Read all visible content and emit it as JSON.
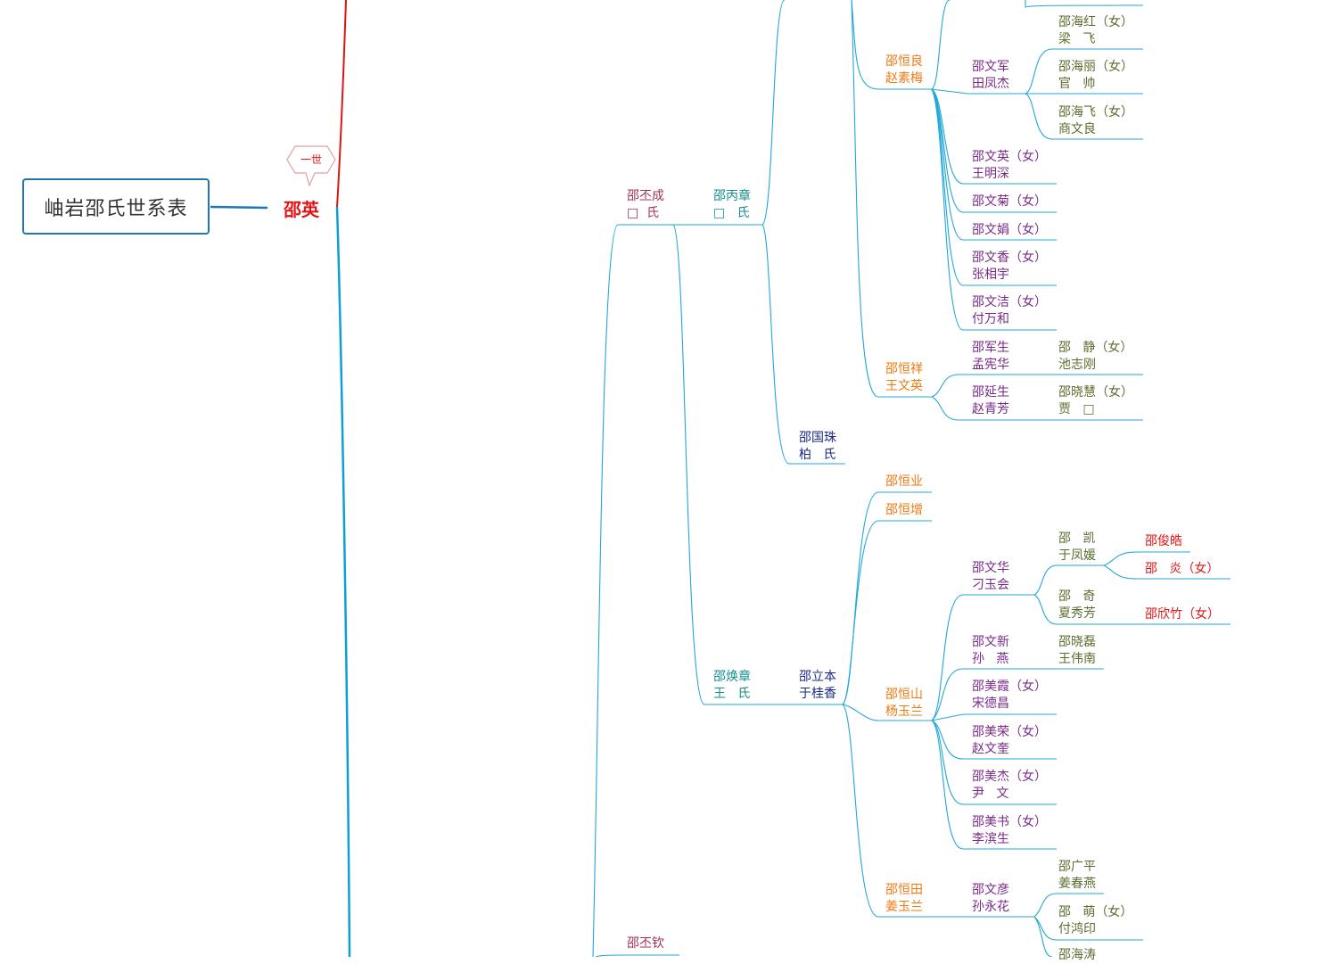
{
  "title": "岫岩邵氏世系表",
  "root": {
    "name": "邵英",
    "generation_label": "一世"
  },
  "nodes": {
    "n_pcheng": [
      "邵丕成",
      "□  氏"
    ],
    "n_pqin": [
      "邵丕钦"
    ],
    "n_bingzhang": [
      "邵丙章",
      "□   氏"
    ],
    "n_huanzhang": [
      "邵焕章",
      "王   氏"
    ],
    "n_guozhu": [
      "邵国珠",
      "柏   氏"
    ],
    "n_liben": [
      "邵立本",
      "于桂香"
    ],
    "n_hengliang": [
      "邵恒良",
      "赵素梅"
    ],
    "n_hengxiang": [
      "邵恒祥",
      "王文英"
    ],
    "n_hengye": [
      "邵恒业"
    ],
    "n_hengzeng": [
      "邵恒增"
    ],
    "n_hengshan": [
      "邵恒山",
      "杨玉兰"
    ],
    "n_hengtian": [
      "邵恒田",
      "姜玉兰"
    ],
    "n_wenjun": [
      "邵文军",
      "田凤杰"
    ],
    "n_wenying": [
      "邵文英（女）",
      "王明深"
    ],
    "n_wenju": [
      "邵文菊（女）"
    ],
    "n_wenjuan": [
      "邵文娟（女）"
    ],
    "n_wenxiang": [
      "邵文香（女）",
      "张相宇"
    ],
    "n_wenjie": [
      "邵文洁（女）",
      "付万和"
    ],
    "n_junsheng": [
      "邵军生",
      "孟宪华"
    ],
    "n_yansheng": [
      "邵延生",
      "赵青芳"
    ],
    "n_wenhua": [
      "邵文华",
      "刁玉会"
    ],
    "n_wenxin": [
      "邵文新",
      "孙   燕"
    ],
    "n_meixia": [
      "邵美霞（女）",
      "宋德昌"
    ],
    "n_meirong": [
      "邵美荣（女）",
      "赵文奎"
    ],
    "n_meijie": [
      "邵美杰（女）",
      "尹   文"
    ],
    "n_meishu": [
      "邵美书（女）",
      "李滨生"
    ],
    "n_wenyan": [
      "邵文彦",
      "孙永花"
    ],
    "n_haihong": [
      "邵海红（女）",
      "梁   飞"
    ],
    "n_haili": [
      "邵海丽（女）",
      "官   帅"
    ],
    "n_haifei": [
      "邵海飞（女）",
      "商文良"
    ],
    "n_jing": [
      "邵   静（女）",
      "池志刚"
    ],
    "n_xiaohui": [
      "邵晓慧（女）",
      "贾   □"
    ],
    "n_kai": [
      "邵   凯",
      "于凤媛"
    ],
    "n_qi": [
      "邵   奇",
      "夏秀芳"
    ],
    "n_xiaolei": [
      "邵晓磊",
      "王伟南"
    ],
    "n_guangping": [
      "邵广平",
      "姜春燕"
    ],
    "n_meng": [
      "邵   萌（女）",
      "付鸿印"
    ],
    "n_haitao": [
      "邵海涛"
    ],
    "n_junhao": [
      "邵俊皓"
    ],
    "n_yan": [
      "邵   炎（女）"
    ],
    "n_xinzhu": [
      "邵欣竹（女）"
    ]
  },
  "colors": {
    "root_branch_top": "#dd1515",
    "root_branch_bottom": "#0e9fd8",
    "connector": "#22a7d6",
    "title_border": "#1f78b4"
  }
}
